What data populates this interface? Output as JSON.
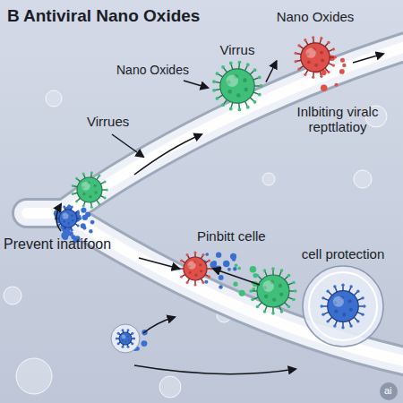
{
  "diagram": {
    "title": "Antiviral Nano Oxides",
    "nodes": [
      {
        "text": [
          "Virrus"
        ]
      },
      {
        "text": [
          "Nano Oxides"
        ]
      },
      {
        "text": [
          "cell protection"
        ]
      }
    ],
    "edges": [
      {
        "from": 0,
        "to": 1,
        "arrow": "to"
      }
    ],
    "labels": [
      "B",
      "Nano Oxides",
      "Virrues",
      "Inlbiting viralc repttlatioy",
      "Prevent inatifoon",
      "Pinbitt celle",
      "ai"
    ]
  }
}
